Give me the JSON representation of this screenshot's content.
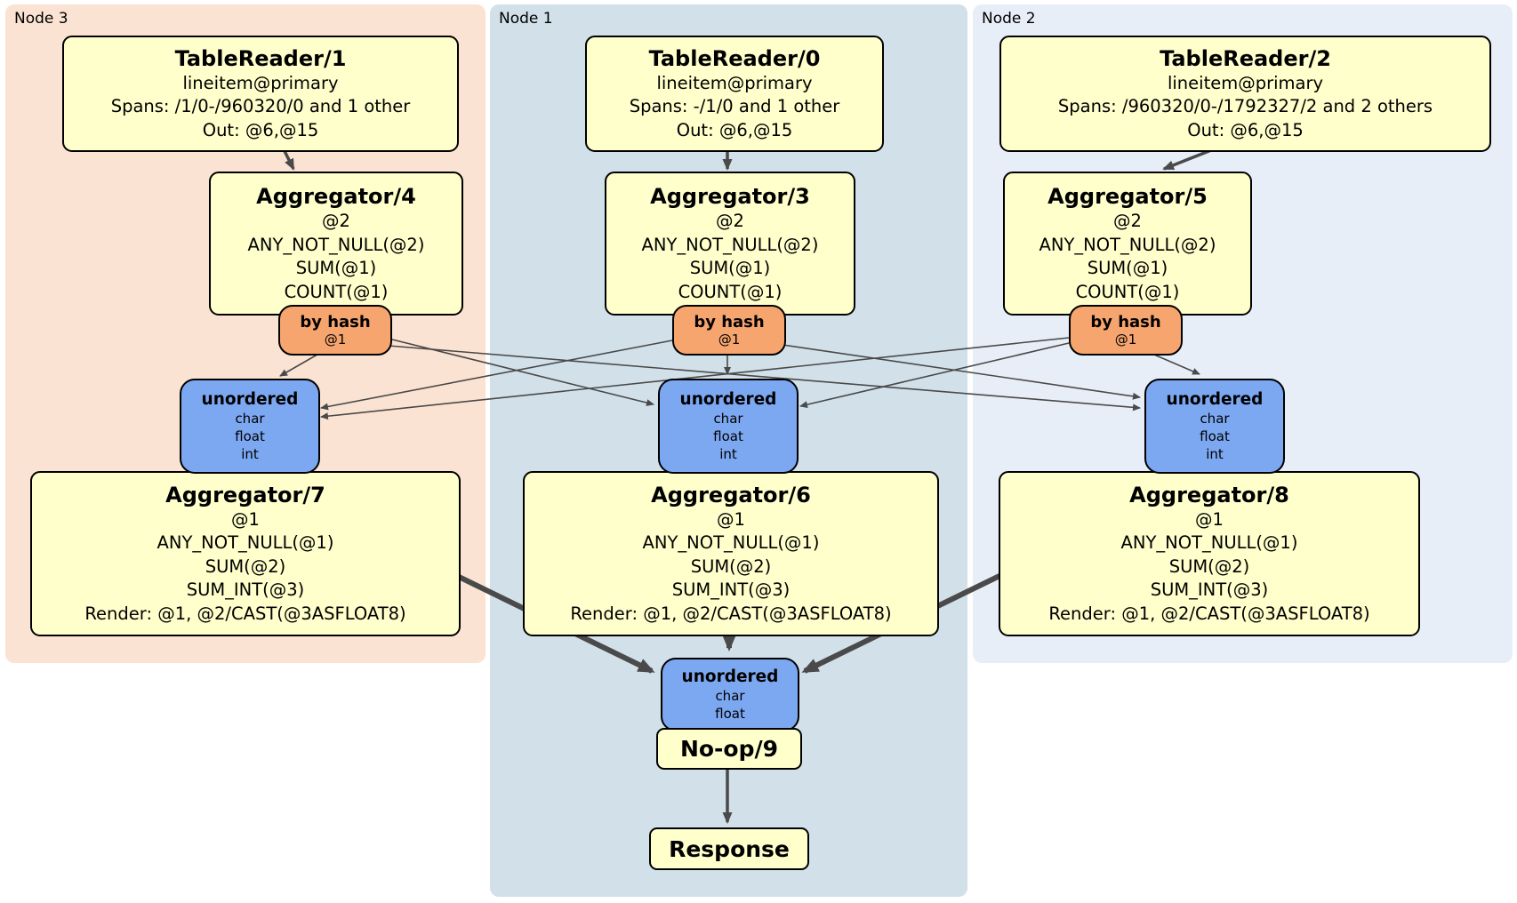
{
  "diagram": {
    "kind": "distributed-sql-plan",
    "colors": {
      "node3_panel_bg": "#fbe3d3",
      "node1_panel_bg": "#d1e0e9",
      "node2_panel_bg": "#e8eef7",
      "processor_box_bg": "#ffffcc",
      "hash_router_bg": "#f6a56f",
      "sync_bg": "#7ca8f2",
      "edge_color": "#4a4a4a",
      "border_color": "#000000"
    }
  },
  "panels": {
    "node3": {
      "label": "Node 3"
    },
    "node1": {
      "label": "Node 1"
    },
    "node2": {
      "label": "Node 2"
    }
  },
  "boxes": {
    "tr1": {
      "title": "TableReader/1",
      "lines": [
        "lineitem@primary",
        "Spans: /1/0-/960320/0 and 1 other",
        "Out: @6,@15"
      ]
    },
    "tr0": {
      "title": "TableReader/0",
      "lines": [
        "lineitem@primary",
        "Spans: -/1/0 and 1 other",
        "Out: @6,@15"
      ]
    },
    "tr2": {
      "title": "TableReader/2",
      "lines": [
        "lineitem@primary",
        "Spans: /960320/0-/1792327/2 and 2 others",
        "Out: @6,@15"
      ]
    },
    "agg4": {
      "title": "Aggregator/4",
      "lines": [
        "@2",
        "ANY_NOT_NULL(@2)",
        "SUM(@1)",
        "COUNT(@1)"
      ]
    },
    "agg3": {
      "title": "Aggregator/3",
      "lines": [
        "@2",
        "ANY_NOT_NULL(@2)",
        "SUM(@1)",
        "COUNT(@1)"
      ]
    },
    "agg5": {
      "title": "Aggregator/5",
      "lines": [
        "@2",
        "ANY_NOT_NULL(@2)",
        "SUM(@1)",
        "COUNT(@1)"
      ]
    },
    "agg7": {
      "title": "Aggregator/7",
      "lines": [
        "@1",
        "ANY_NOT_NULL(@1)",
        "SUM(@2)",
        "SUM_INT(@3)",
        "Render: @1, @2/CAST(@3ASFLOAT8)"
      ]
    },
    "agg6": {
      "title": "Aggregator/6",
      "lines": [
        "@1",
        "ANY_NOT_NULL(@1)",
        "SUM(@2)",
        "SUM_INT(@3)",
        "Render: @1, @2/CAST(@3ASFLOAT8)"
      ]
    },
    "agg8": {
      "title": "Aggregator/8",
      "lines": [
        "@1",
        "ANY_NOT_NULL(@1)",
        "SUM(@2)",
        "SUM_INT(@3)",
        "Render: @1, @2/CAST(@3ASFLOAT8)"
      ]
    },
    "noop": {
      "title": "No-op/9"
    },
    "response": {
      "title": "Response"
    }
  },
  "routers": {
    "bh3": {
      "title": "by hash",
      "detail": "@1"
    },
    "bh1": {
      "title": "by hash",
      "detail": "@1"
    },
    "bh2": {
      "title": "by hash",
      "detail": "@1"
    }
  },
  "syncs": {
    "u3": {
      "title": "unordered",
      "items": [
        "char",
        "float",
        "int"
      ]
    },
    "u1": {
      "title": "unordered",
      "items": [
        "char",
        "float",
        "int"
      ]
    },
    "u2": {
      "title": "unordered",
      "items": [
        "char",
        "float",
        "int"
      ]
    },
    "u0": {
      "title": "unordered",
      "items": [
        "char",
        "float"
      ]
    }
  },
  "edges": {
    "table_reader_to_aggregator": [
      "tr1->agg4",
      "tr0->agg3",
      "tr2->agg5"
    ],
    "hash_router_to_sync": [
      "bh3->u3",
      "bh3->u1",
      "bh3->u2",
      "bh1->u3",
      "bh1->u1",
      "bh1->u2",
      "bh2->u3",
      "bh2->u1",
      "bh2->u2"
    ],
    "aggregator_to_final_sync": [
      "agg7->u0",
      "agg6->u0",
      "agg8->u0"
    ],
    "noop_to_response": [
      "noop->response"
    ]
  }
}
